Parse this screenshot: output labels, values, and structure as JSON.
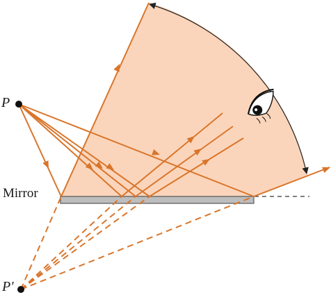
{
  "labels": {
    "object": "P",
    "image": "P′",
    "mirror": "Mirror"
  },
  "colors": {
    "ray": "#d9752b",
    "field_of_view": "#fbd5bb",
    "mirror_fill": "#bdbdbd",
    "mirror_edge": "#555555",
    "point": "#111111",
    "arc": "#222222"
  },
  "icons": {
    "eye": "eye-icon"
  }
}
